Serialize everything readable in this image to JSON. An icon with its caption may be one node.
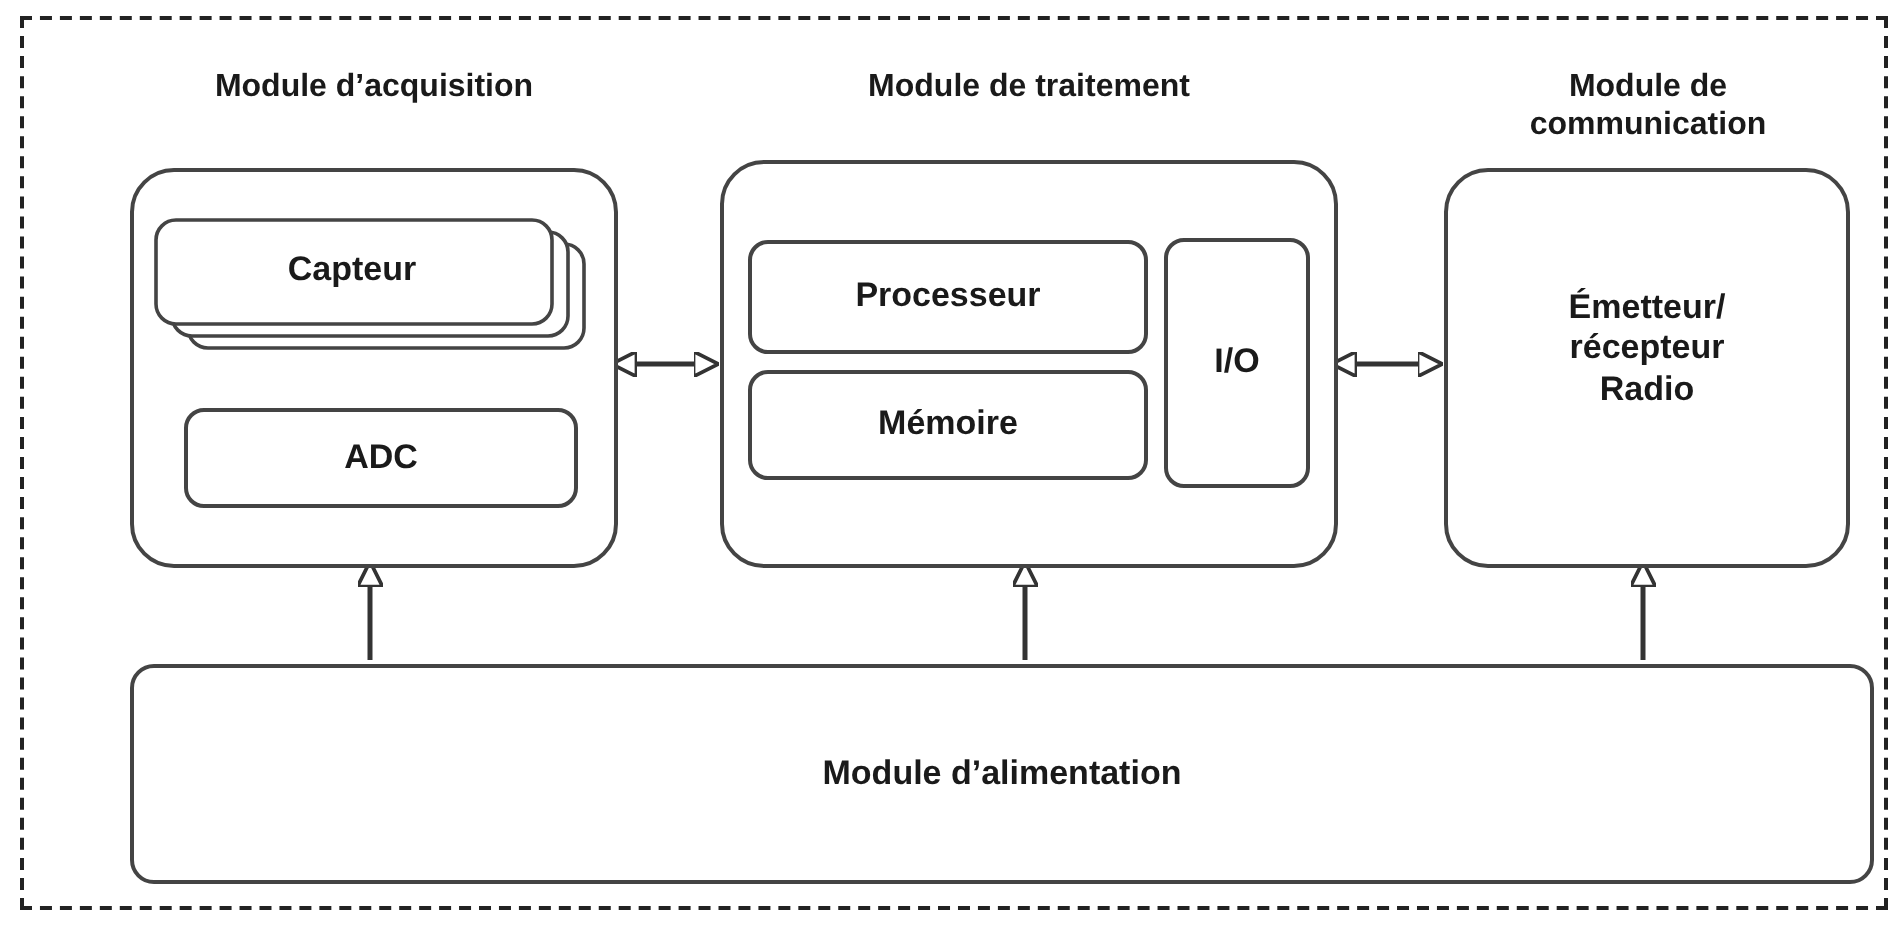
{
  "diagram": {
    "nodes": [
      {
        "text": [],
        "shape": "box"
      },
      {
        "text": [
          "Module d’acquisition"
        ],
        "in": 0
      },
      {
        "text": [
          "Capteur"
        ],
        "in": 1
      },
      {
        "text": [
          "ADC"
        ],
        "in": 1
      },
      {
        "text": [
          "Module de traitement"
        ],
        "in": 0
      },
      {
        "text": [
          "Processeur"
        ],
        "in": 4
      },
      {
        "text": [
          "Mémoire"
        ],
        "in": 4
      },
      {
        "text": [
          "I/O"
        ],
        "in": 4
      },
      {
        "text": [
          "Module de communication",
          "Émetteur/ récepteur Radio"
        ],
        "in": 0
      },
      {
        "text": [
          "Module d’alimentation"
        ],
        "in": 0
      }
    ],
    "edges": [
      {
        "from": 1,
        "to": 4,
        "arrow": "both"
      },
      {
        "from": 4,
        "to": 8,
        "arrow": "both"
      },
      {
        "from": 9,
        "to": 1,
        "arrow": "to"
      },
      {
        "from": 9,
        "to": 4,
        "arrow": "to"
      },
      {
        "from": 9,
        "to": 8,
        "arrow": "to"
      }
    ]
  }
}
